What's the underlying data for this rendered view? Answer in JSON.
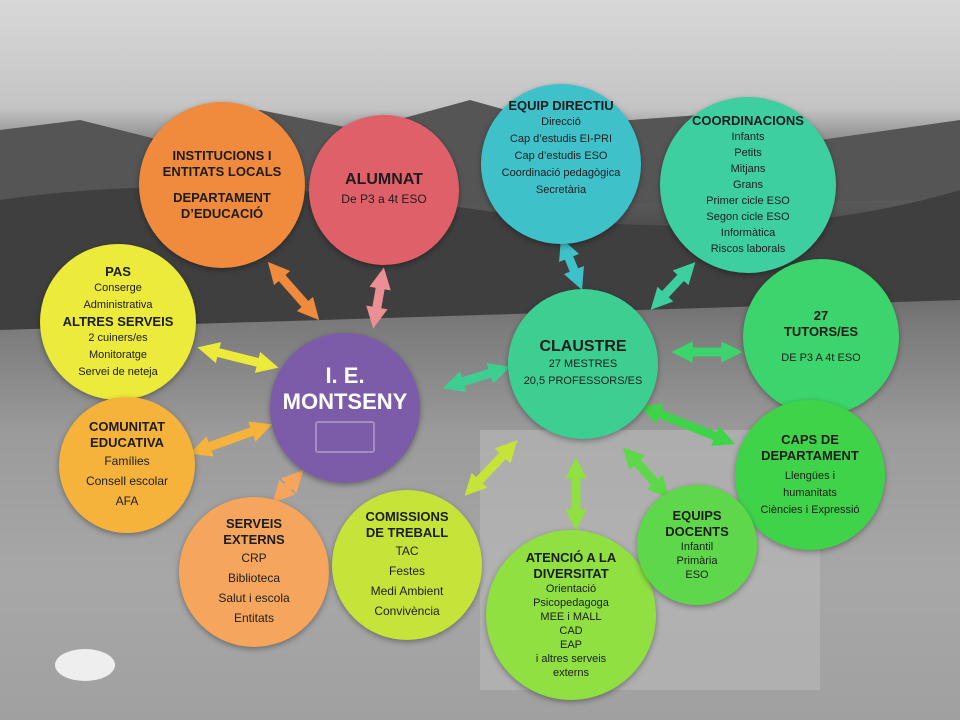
{
  "colors": {
    "institucions": "#f08a3c",
    "alumnat": "#e0606a",
    "equip_directiu": "#3fc1c9",
    "coordinacions": "#3ecfa0",
    "pas": "#ecea3a",
    "centre": "#7c5ca8",
    "claustre": "#3dcf92",
    "tutors": "#3cd46c",
    "comunitat": "#f5b33c",
    "caps": "#3fd34a",
    "serveis": "#f6a65c",
    "comissions": "#c6e33a",
    "atencio": "#8fe040",
    "equips": "#5ed84a"
  },
  "centre": {
    "title_line1": "I. E.",
    "title_line2": "MONTSENY"
  },
  "institucions": {
    "title1": "INSTITUCIONS I",
    "title2": "ENTITATS LOCALS",
    "title3": "DEPARTAMENT",
    "title4": "D’EDUCACIÓ"
  },
  "alumnat": {
    "title": "ALUMNAT",
    "items": [
      "De P3 a 4t ESO"
    ]
  },
  "equip_directiu": {
    "title": "EQUIP DIRECTIU",
    "items": [
      "Direcció",
      "Cap d’estudis  EI-PRI",
      "Cap d’estudis  ESO",
      "Coordinació pedagògica",
      "Secretària"
    ]
  },
  "coordinacions": {
    "title": "COORDINACIONS",
    "items": [
      "Infants",
      "Petits",
      "Mitjans",
      "Grans",
      "Primer cicle ESO",
      "Segon cicle ESO",
      "Informàtica",
      "Riscos laborals"
    ]
  },
  "pas": {
    "title": "PAS",
    "items": [
      "Conserge",
      "Administrativa"
    ],
    "title2": "ALTRES SERVEIS",
    "items2": [
      "2 cuiners/es",
      "Monitoratge",
      "Servei de neteja"
    ]
  },
  "claustre": {
    "title": "CLAUSTRE",
    "items": [
      "27 MESTRES",
      "20,5 PROFESSORS/ES"
    ]
  },
  "tutors": {
    "title1": "27",
    "title2": "TUTORS/ES",
    "items": [
      "DE P3 A 4t ESO"
    ]
  },
  "comunitat": {
    "title1": "COMUNITAT",
    "title2": "EDUCATIVA",
    "items": [
      "Famílies",
      "Consell escolar",
      "AFA"
    ]
  },
  "caps": {
    "title1": "CAPS DE",
    "title2": "DEPARTAMENT",
    "items": [
      "Llengües i",
      "humanitats",
      "Ciències i Expressió"
    ]
  },
  "serveis": {
    "title1": "SERVEIS",
    "title2": "EXTERNS",
    "items": [
      "CRP",
      "Biblioteca",
      "Salut i escola",
      "Entitats"
    ]
  },
  "comissions": {
    "title1": "COMISSIONS",
    "title2": "DE TREBALL",
    "items": [
      "TAC",
      "Festes",
      "Medi Ambient",
      "Convivència"
    ]
  },
  "atencio": {
    "title1": "ATENCIÓ A LA",
    "title2": "DIVERSITAT",
    "items": [
      "Orientació",
      "Psicopedagoga",
      "MEE i MALL",
      "CAD",
      "EAP",
      "i altres serveis",
      "externs"
    ]
  },
  "equips": {
    "title1": "EQUIPS",
    "title2": "DOCENTS",
    "items": [
      "Infantil",
      "Primària",
      "ESO"
    ]
  }
}
